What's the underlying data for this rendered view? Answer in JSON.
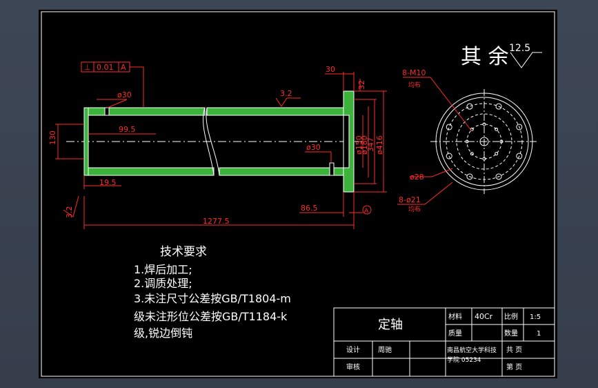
{
  "colors": {
    "background": "#000000",
    "frame": "#3a4352",
    "lines": "#ffffff",
    "dimensions": "#ff2a2a",
    "section_fill": "#3cb43c",
    "notes": "#ffffff"
  },
  "view_main": {
    "gdt_symbol": "⊥",
    "gdt_tolerance": "0.01",
    "gdt_datum": "A",
    "dim_hole_top": "ø30",
    "dim_hole_bottom": "ø30",
    "dim_depth": "99.5",
    "dim_height": "130",
    "dim_offset": "19.5",
    "dim_total_length": "1277.5",
    "dim_flange_offset": "86.5",
    "dim_flange_width": "30",
    "dim_flange_thk": "32",
    "dim_d1": "ø150",
    "dim_d2": "ø180",
    "dim_d3": "347",
    "dim_d4": "ø416",
    "roughness_1": "3.2",
    "roughness_2": "3.2",
    "datum_label": "A"
  },
  "view_side": {
    "label_holes_top": "8-M10",
    "label_holes_top_sub": "均布",
    "label_d28": "ø28",
    "label_holes_bottom": "8-ø21",
    "label_holes_bottom_sub": "均布"
  },
  "roughness_general": {
    "text": "其 余",
    "value": "12.5"
  },
  "tech_requirements": {
    "title": "技术要求",
    "lines": [
      "1.焊后加工;",
      "2.调质处理;",
      "3.未注尺寸公差按GB/T1804-m",
      "级未注形位公差按GB/T1184-k",
      "级,锐边倒钝"
    ]
  },
  "title_block": {
    "part_name": "定轴",
    "material_label": "材料",
    "material_value": "40Cr",
    "scale_label": "比例",
    "scale_value": "1:5",
    "weight_label": "质量",
    "qty_label": "数量",
    "qty_value": "1",
    "designer_label": "设计",
    "designer_value": "周驰",
    "checker_label": "审核",
    "org_line1": "南昌航空大学科技",
    "org_line2": "学院 05234",
    "sheets_total_label": "共  页",
    "sheet_no_label": "第  页"
  }
}
